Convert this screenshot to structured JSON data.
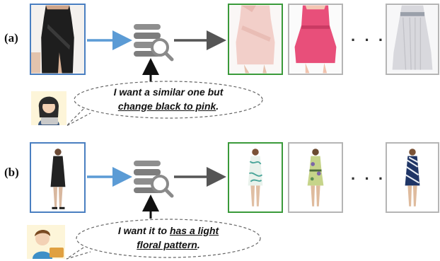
{
  "panels": [
    {
      "label": "(a)",
      "query_image": "black-dress-icon",
      "database": "database-search-icon",
      "results": [
        "light-pink-dress",
        "pink-dress",
        "grey-white-dress"
      ],
      "ellipsis": "· · ·",
      "user": "woman-user-avatar",
      "feedback_plain": "I want a similar one but",
      "feedback_underlined": "change black to pink",
      "feedback_end": "."
    },
    {
      "label": "(b)",
      "query_image": "black-dress-model-icon",
      "database": "database-search-icon",
      "results": [
        "floral-dress-model",
        "green-floral-dress-model",
        "navy-pattern-dress-model"
      ],
      "ellipsis": "· · ·",
      "user": "man-user-avatar",
      "feedback_plain": "I want it to",
      "feedback_underlined_line1": "has a light",
      "feedback_underlined_line2": "floral pattern",
      "feedback_end": "."
    }
  ],
  "colors": {
    "query_border": "#4a7fc1",
    "top_result_border": "#3a9a3a",
    "other_result_border": "#b5b5b5",
    "query_arrow": "#5b9bd5",
    "result_arrow": "#555555"
  }
}
